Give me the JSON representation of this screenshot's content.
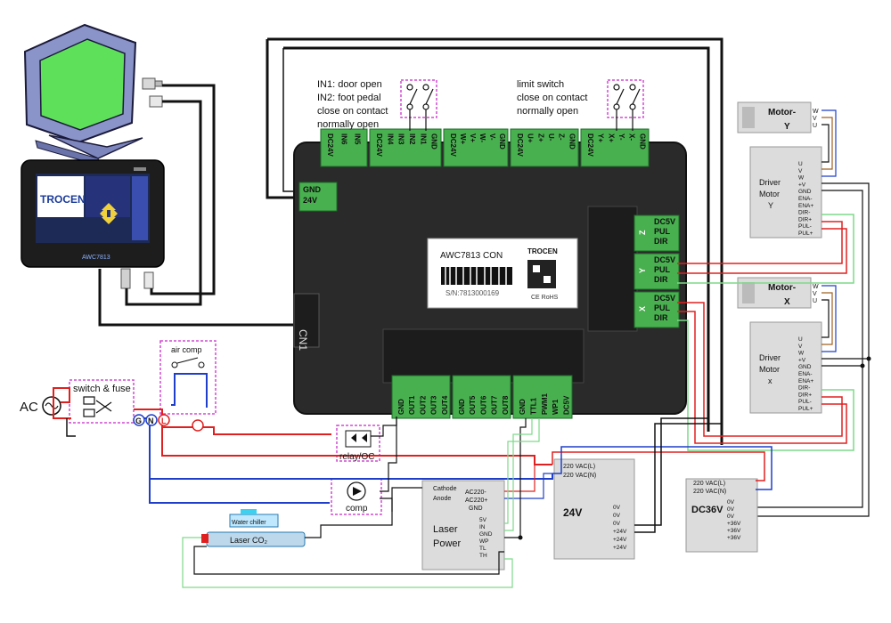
{
  "colors": {
    "green": "#48b04f",
    "board": "#2b2b2b",
    "wire_red": "#e02020",
    "wire_blue": "#1f3fc8",
    "wire_green": "#7ed98a",
    "wire_black": "#111111",
    "dashed_pink": "#d24ad2"
  },
  "notes": {
    "in1": "IN1: door open",
    "in2": "IN2: foot pedal",
    "close": "close on contact",
    "normally": "normally open",
    "limit": "limit switch",
    "close2": "close on contact",
    "normally2": "normally open"
  },
  "board": {
    "label": "AWC7813 CON",
    "brand": "TROCEN",
    "serial": "S/N:7813000169",
    "ce": "CE RoHS",
    "cn1": "CN1",
    "gnd": "GND",
    "v24": "24V"
  },
  "top_terminals": {
    "block1": [
      "DC24V",
      "IN6",
      "IN5"
    ],
    "block2": [
      "DC24V",
      "IN4",
      "IN3",
      "IN2",
      "IN1",
      "GND"
    ],
    "block3": [
      "DC24V",
      "W+",
      "V+",
      "W-",
      "V-",
      "GND"
    ],
    "block4": [
      "DC24V",
      "U+",
      "Z+",
      "U-",
      "Z-",
      "GND"
    ],
    "block5": [
      "DC24V",
      "Y+",
      "X+",
      "Y-",
      "X-",
      "GND"
    ]
  },
  "bottom_terminals": {
    "block1": [
      "GND",
      "OUT1",
      "OUT2",
      "OUT3",
      "OUT4"
    ],
    "block2": [
      "GND",
      "OUT5",
      "OUT6",
      "OUT7",
      "OUT8"
    ],
    "block3": [
      "GND",
      "TTL1",
      "PWM1",
      "WP1",
      "DC5V"
    ]
  },
  "axes": [
    {
      "axis": "Z",
      "pins": [
        "DC5V",
        "PUL",
        "DIR"
      ]
    },
    {
      "axis": "Y",
      "pins": [
        "DC5V",
        "PUL",
        "DIR"
      ]
    },
    {
      "axis": "X",
      "pins": [
        "DC5V",
        "PUL",
        "DIR"
      ]
    }
  ],
  "motors": [
    {
      "name": "Motor-",
      "axis": "Y",
      "pins": [
        "W",
        "V",
        "U"
      ]
    },
    {
      "name": "Motor-",
      "axis": "X",
      "pins": [
        "W",
        "V",
        "U"
      ]
    }
  ],
  "drivers": [
    {
      "title1": "Driver",
      "title2": "Motor",
      "axis": "Y",
      "pins": [
        "U",
        "V",
        "W",
        "+V",
        "GND",
        "ENA-",
        "ENA+",
        "DIR-",
        "DIR+",
        "PUL-",
        "PUL+"
      ]
    },
    {
      "title1": "Driver",
      "title2": "Motor",
      "axis": "x",
      "pins": [
        "U",
        "V",
        "W",
        "+V",
        "GND",
        "ENA-",
        "ENA+",
        "DIR-",
        "DIR+",
        "PUL-",
        "PUL+"
      ]
    }
  ],
  "panel": {
    "brand": "TROCEN",
    "model": "AWC7813"
  },
  "left": {
    "ac": "AC",
    "switch_fuse": "switch & fuse",
    "air_comp": "air comp",
    "g": "G",
    "n": "N",
    "l": "L",
    "relay": "relay/OC",
    "comp": "comp"
  },
  "laser_power": {
    "cathode": "Cathode",
    "anode": "Anode",
    "ac220a": "AC220-",
    "ac220b": "AC220+",
    "gnd": "GND",
    "title1": "Laser",
    "title2": "Power",
    "pins": [
      "5V",
      "IN",
      "GND",
      "WP",
      "TL",
      "TH"
    ]
  },
  "chiller": {
    "label": "Water chiller"
  },
  "tube": {
    "label": "Laser CO₂"
  },
  "psu24": {
    "in_l": "220 VAC(L)",
    "in_n": "220 VAC(N)",
    "title": "24V",
    "outs": [
      "0V",
      "0V",
      "0V",
      "+24V",
      "+24V",
      "+24V"
    ]
  },
  "psu36": {
    "in_l": "220 VAC(L)",
    "in_n": "220 VAC(N)",
    "title": "DC36V",
    "outs": [
      "0V",
      "0V",
      "0V",
      "+36V",
      "+36V",
      "+36V"
    ]
  }
}
